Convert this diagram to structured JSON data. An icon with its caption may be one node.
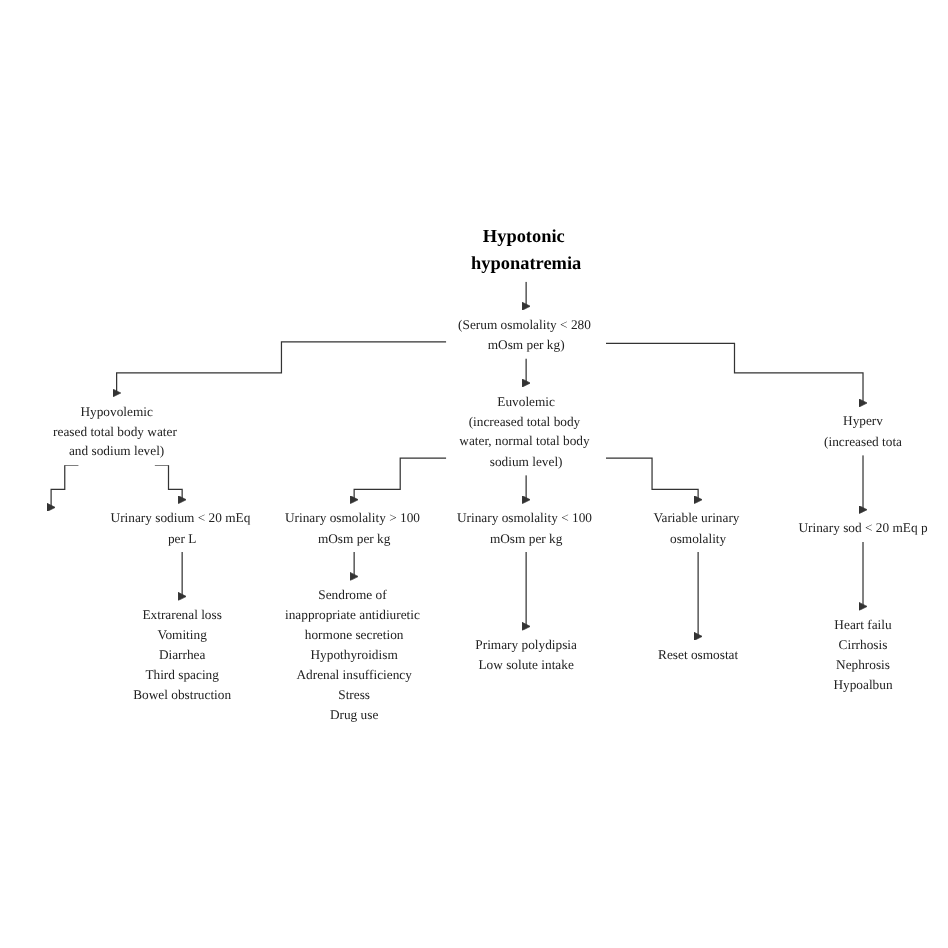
{
  "diagram": {
    "nodes": [
      {
        "text": [
          "Hypotonic hyponatremia"
        ]
      },
      {
        "text": [
          "(Serum osmolality < 280 mOsm per kg)"
        ]
      },
      {
        "text": [
          "Hypovolemic",
          "reased total body water and sodium level)"
        ]
      },
      {
        "text": [
          "Euvolemic",
          "(increased total body water, normal total body sodium level)"
        ]
      },
      {
        "text": [
          "Hyperv",
          "(increased tota"
        ]
      },
      {
        "text": [
          "Urinary sodium < 20 mEq per L"
        ]
      },
      {
        "text": [
          "Extrarenal loss",
          "Vomiting",
          "Diarrhea",
          "Third spacing",
          "Bowel obstruction"
        ]
      },
      {
        "text": [
          "Urinary osmolality > 100 mOsm per kg"
        ]
      },
      {
        "text": [
          "Urinary osmolality < 100 mOsm per kg"
        ]
      },
      {
        "text": [
          "Variable urinary osmolality"
        ]
      },
      {
        "text": [
          "Sendrome of inappropriate antidiuretic hormone secretion",
          "Hypothyroidism",
          "Adrenal insufficiency",
          "Stress",
          "Drug use"
        ]
      },
      {
        "text": [
          "Primary polydipsia",
          "Low solute intake"
        ]
      },
      {
        "text": [
          "Reset osmostat"
        ]
      },
      {
        "text": [
          "Urinary sod < 20 mEq p"
        ]
      },
      {
        "text": [
          "Heart failu",
          "Cirrhosis",
          "Nephrosis",
          "Hypoalbun"
        ]
      }
    ],
    "edges": [
      {
        "from": 0,
        "to": 1,
        "arrow": "to"
      },
      {
        "from": 1,
        "to": 2,
        "arrow": "to"
      },
      {
        "from": 1,
        "to": 3,
        "arrow": "to"
      },
      {
        "from": 1,
        "to": 4,
        "arrow": "to"
      },
      {
        "from": 2,
        "to": null,
        "arrow": "to"
      },
      {
        "from": 2,
        "to": 5,
        "arrow": "to"
      },
      {
        "from": 3,
        "to": 7,
        "arrow": "to"
      },
      {
        "from": 3,
        "to": 8,
        "arrow": "to"
      },
      {
        "from": 3,
        "to": 9,
        "arrow": "to"
      },
      {
        "from": 4,
        "to": 13,
        "arrow": "to"
      },
      {
        "from": 5,
        "to": 6,
        "arrow": "to"
      },
      {
        "from": 7,
        "to": 10,
        "arrow": "to"
      },
      {
        "from": 8,
        "to": 11,
        "arrow": "to"
      },
      {
        "from": 9,
        "to": 12,
        "arrow": "to"
      },
      {
        "from": 13,
        "to": 14,
        "arrow": "to"
      }
    ]
  }
}
